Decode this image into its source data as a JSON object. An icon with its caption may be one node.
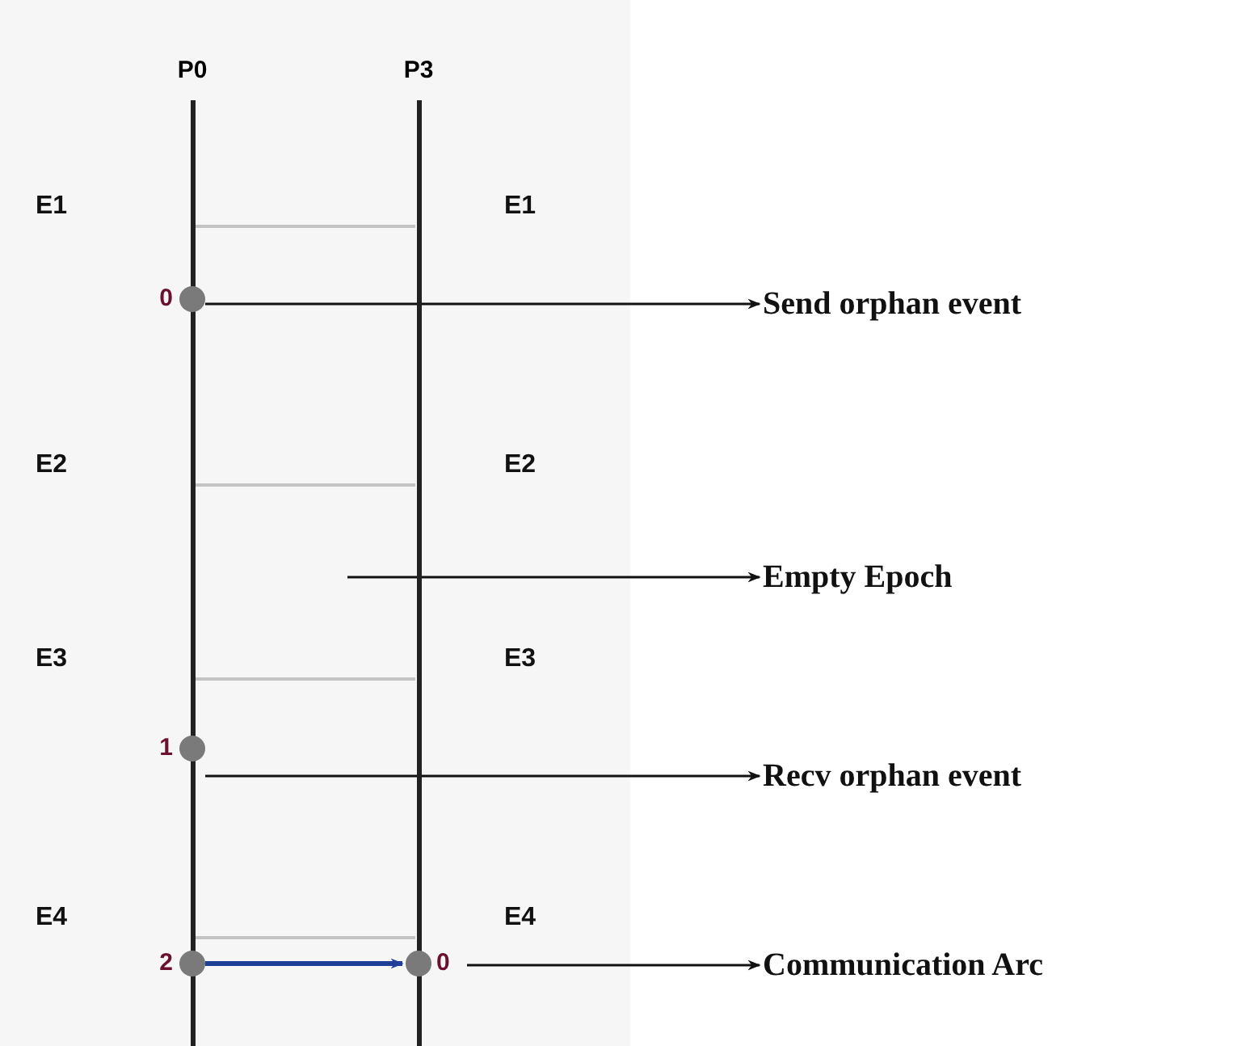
{
  "diagram": {
    "nodes": [
      {
        "text": [
          "P0"
        ]
      },
      {
        "text": [
          "P3"
        ]
      },
      {
        "text": [
          "0"
        ]
      },
      {
        "text": [
          "1"
        ]
      },
      {
        "text": [
          "2"
        ]
      },
      {
        "text": [
          "0"
        ]
      },
      {
        "text": [
          "Send orphan event"
        ]
      },
      {
        "text": [
          "Empty Epoch"
        ]
      },
      {
        "text": [
          "Recv orphan event"
        ]
      },
      {
        "text": [
          "Communication Arc"
        ]
      }
    ],
    "edges": [
      {
        "from": 2,
        "to": 6,
        "arrow": "to"
      },
      {
        "from": null,
        "to": 7,
        "arrow": "to"
      },
      {
        "from": 3,
        "to": 8,
        "arrow": "to"
      },
      {
        "from": 4,
        "to": 5,
        "arrow": "to",
        "color": "#1f3f99",
        "style": "thick"
      },
      {
        "from": 5,
        "to": 9,
        "arrow": "to"
      }
    ],
    "labels": [
      "E1",
      "E1",
      "E2",
      "E2",
      "E3",
      "E3",
      "E4",
      "E4"
    ]
  }
}
